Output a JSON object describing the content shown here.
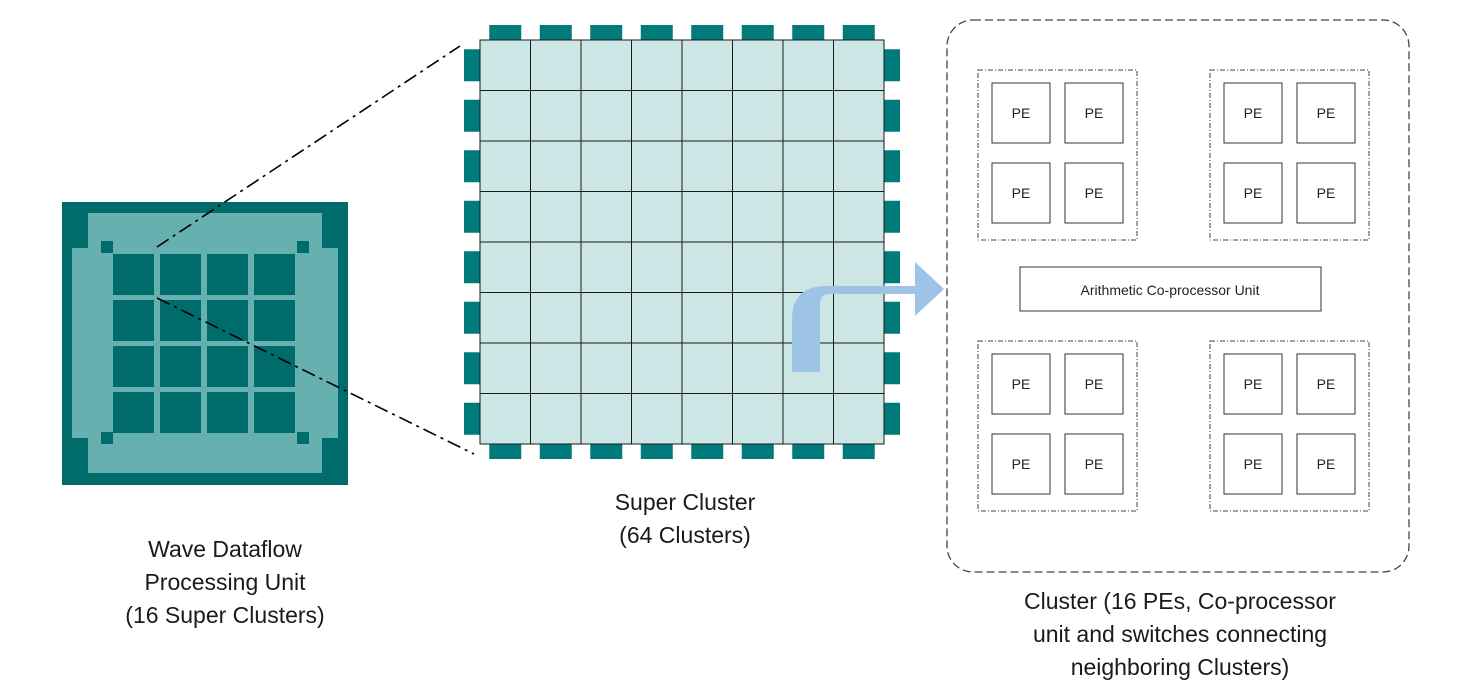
{
  "wave_unit": {
    "caption_lines": [
      "Wave Dataflow",
      "Processing Unit",
      "(16 Super Clusters)"
    ],
    "grid_rows": 4,
    "grid_cols": 4
  },
  "super_cluster": {
    "caption_lines": [
      "Super Cluster",
      "(64 Clusters)"
    ],
    "grid_rows": 8,
    "grid_cols": 8
  },
  "cluster": {
    "caption_lines": [
      "Cluster (16 PEs, Co-processor",
      "unit and switches connecting",
      "neighboring Clusters)"
    ],
    "pe_label": "PE",
    "pe_groups": 4,
    "pes_per_group": 4,
    "coprocessor_label": "Arithmetic Co-processor Unit"
  },
  "colors": {
    "chip_dark": "#006b6b",
    "chip_light": "#66b0b0",
    "super_fill": "#cce6e6",
    "port": "#007a7a",
    "arrow": "#9dc3e6",
    "line": "#000000"
  }
}
